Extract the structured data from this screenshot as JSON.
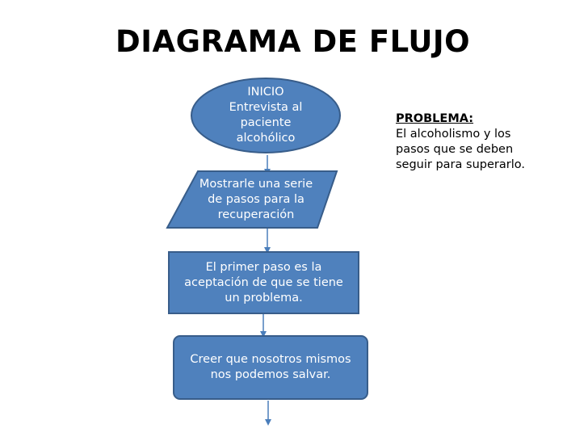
{
  "title": "DIAGRAMA DE FLUJO",
  "nodes": {
    "start": "INICIO\nEntrevista al\npaciente\nalcohólico",
    "input": "Mostrarle una serie\nde pasos para la\nrecuperación",
    "step1": "El primer paso es la\naceptación de que se tiene\nun problema.",
    "step2": "Creer que nosotros mismos\nnos podemos salvar."
  },
  "problem": {
    "heading": "PROBLEMA:",
    "text": "El alcoholismo y los\npasos que se deben\nseguir para superarlo."
  },
  "colors": {
    "shape_fill": "#4f81bd",
    "shape_stroke": "#385d8a",
    "arrow": "#4a7ebb",
    "text": "#ffffff"
  }
}
